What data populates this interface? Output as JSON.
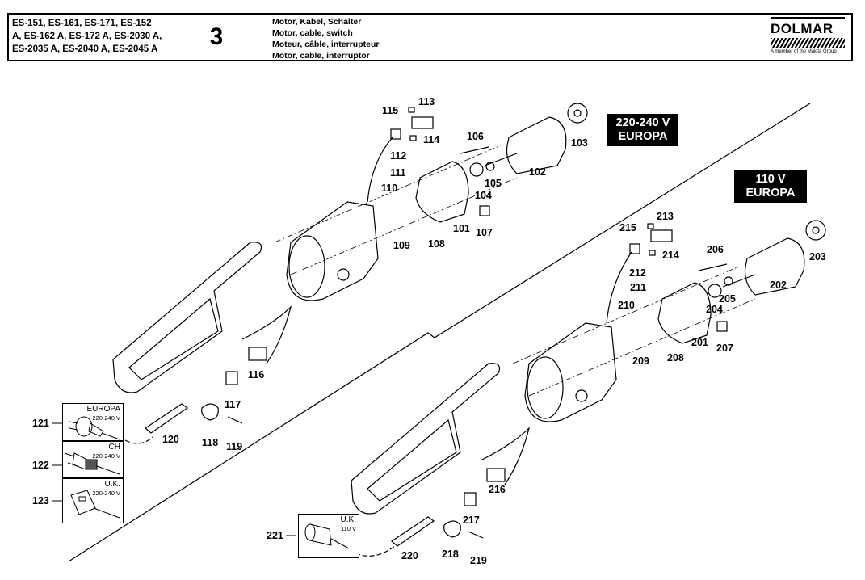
{
  "header": {
    "models": [
      "ES-151, ES-161, ES-171, ES-152",
      "A, ES-162 A, ES-172 A, ES-2030 A,",
      "ES-2035 A, ES-2040 A, ES-2045 A"
    ],
    "group_number": "3",
    "titles": [
      "Motor, Kabel, Schalter",
      "Motor, cable, switch",
      "Moteur, câble, interrupteur",
      "Motor, cable, interruptor"
    ],
    "brand": "DOLMAR",
    "brand_tagline": "A member of the Makita Group"
  },
  "sections": {
    "upper": {
      "voltage": "220-240 V",
      "region": "EUROPA"
    },
    "lower": {
      "voltage": "110 V",
      "region": "EUROPA"
    }
  },
  "plug_variants": [
    {
      "part": "121",
      "country": "EUROPA",
      "voltage": "220-240 V"
    },
    {
      "part": "122",
      "country": "CH",
      "voltage": "220-240 V"
    },
    {
      "part": "123",
      "country": "U.K.",
      "voltage": "220-240 V"
    },
    {
      "part": "221",
      "country": "U.K.",
      "voltage": "110 V"
    }
  ],
  "part_labels": {
    "upper": [
      "101",
      "102",
      "103",
      "104",
      "105",
      "106",
      "107",
      "108",
      "109",
      "110",
      "111",
      "112",
      "113",
      "114",
      "115",
      "116",
      "117",
      "118",
      "119",
      "120"
    ],
    "lower": [
      "201",
      "202",
      "203",
      "204",
      "205",
      "206",
      "207",
      "208",
      "209",
      "210",
      "211",
      "212",
      "213",
      "214",
      "215",
      "216",
      "217",
      "218",
      "219",
      "220"
    ]
  },
  "colors": {
    "ink": "#000000",
    "paper": "#ffffff"
  }
}
